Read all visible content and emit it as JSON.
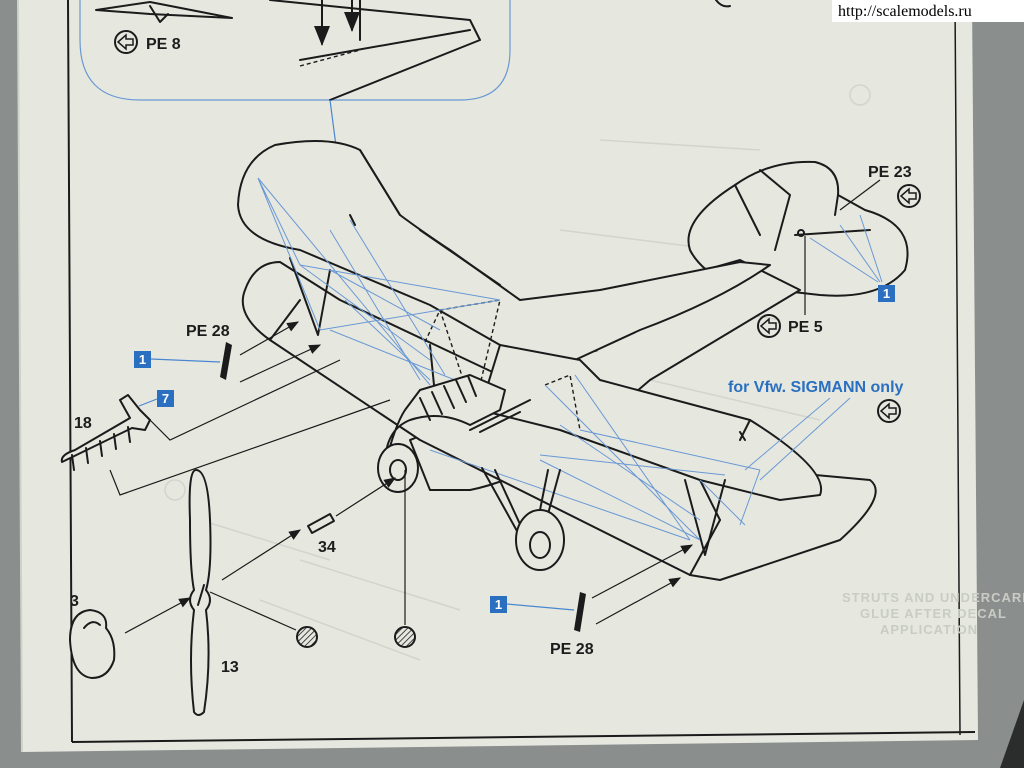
{
  "labels": {
    "pe8": "PE 8",
    "pe23": "PE 23",
    "pe5": "PE 5",
    "pe28_left": "PE 28",
    "pe28_bottom": "PE 28",
    "part18": "18",
    "part34": "34",
    "part3": "3",
    "part13": "13",
    "note": "for Vfw. SIGMANN only"
  },
  "color_tags": {
    "tag_left": "1",
    "tag_exhaust": "7",
    "tag_tail": "1",
    "tag_bottom": "1"
  },
  "ghost_text": {
    "line1": "STRUTS AND UNDERCARRIAGE",
    "line2": "GLUE AFTER DECAL",
    "line3": "APPLICATION"
  },
  "watermark": "http://scalemodels.ru",
  "colors": {
    "paper": "#e6e8e0",
    "ink": "#1b1b1b",
    "rigging": "#6a98d4",
    "tag_blue": "#2a6fc0",
    "note_blue": "#2a6fc0"
  },
  "icons": {
    "direction": "arrow-in-circle-icon",
    "attach": "hatched-circle-icon"
  }
}
